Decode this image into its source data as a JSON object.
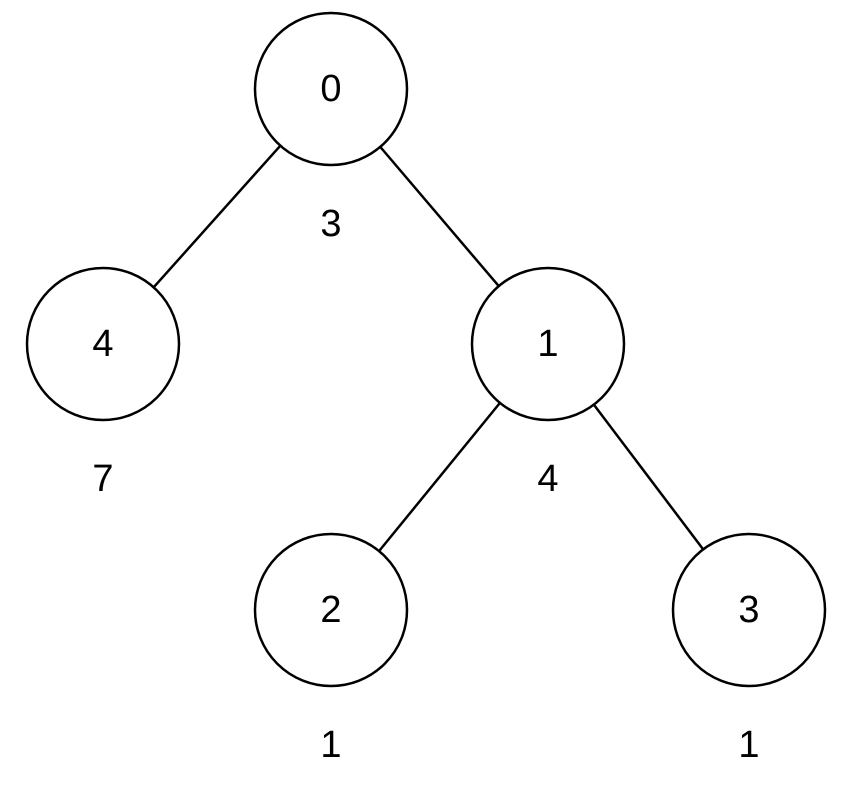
{
  "tree": {
    "nodes": [
      {
        "id": "n0",
        "label": "0",
        "value": "3"
      },
      {
        "id": "n4",
        "label": "4",
        "value": "7"
      },
      {
        "id": "n1",
        "label": "1",
        "value": "4"
      },
      {
        "id": "n2",
        "label": "2",
        "value": "1"
      },
      {
        "id": "n3",
        "label": "3",
        "value": "1"
      }
    ],
    "edges": [
      {
        "from": "n0",
        "to": "n4"
      },
      {
        "from": "n0",
        "to": "n1"
      },
      {
        "from": "n1",
        "to": "n2"
      },
      {
        "from": "n1",
        "to": "n3"
      }
    ]
  }
}
